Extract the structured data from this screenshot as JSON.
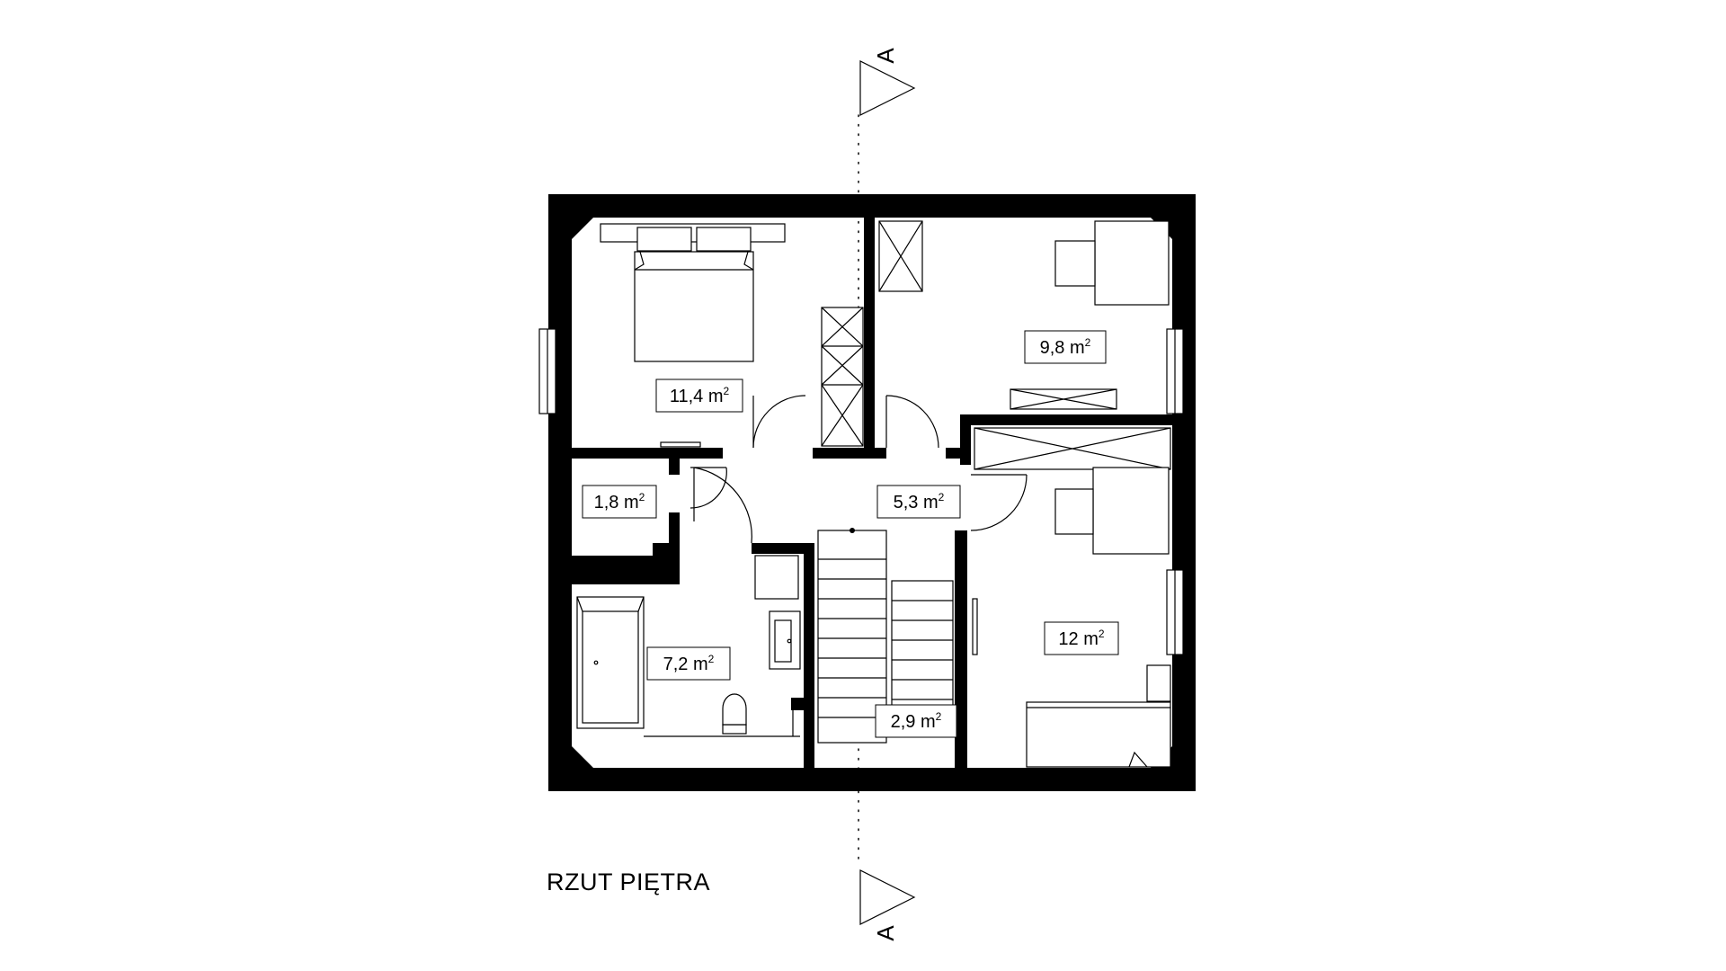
{
  "plan": {
    "title": "RZUT PIĘTRA",
    "section_marker": "A"
  },
  "rooms": [
    {
      "id": "bedroom-main",
      "number": "11,4",
      "unit": "m",
      "exp": "2"
    },
    {
      "id": "bedroom-ne",
      "number": "9,8",
      "unit": "m",
      "exp": "2"
    },
    {
      "id": "closet",
      "number": "1,8",
      "unit": "m",
      "exp": "2"
    },
    {
      "id": "hall",
      "number": "5,3",
      "unit": "m",
      "exp": "2"
    },
    {
      "id": "bedroom-se",
      "number": "12",
      "unit": "m",
      "exp": "2"
    },
    {
      "id": "bathroom",
      "number": "7,2",
      "unit": "m",
      "exp": "2"
    },
    {
      "id": "stairs",
      "number": "2,9",
      "unit": "m",
      "exp": "2"
    }
  ]
}
